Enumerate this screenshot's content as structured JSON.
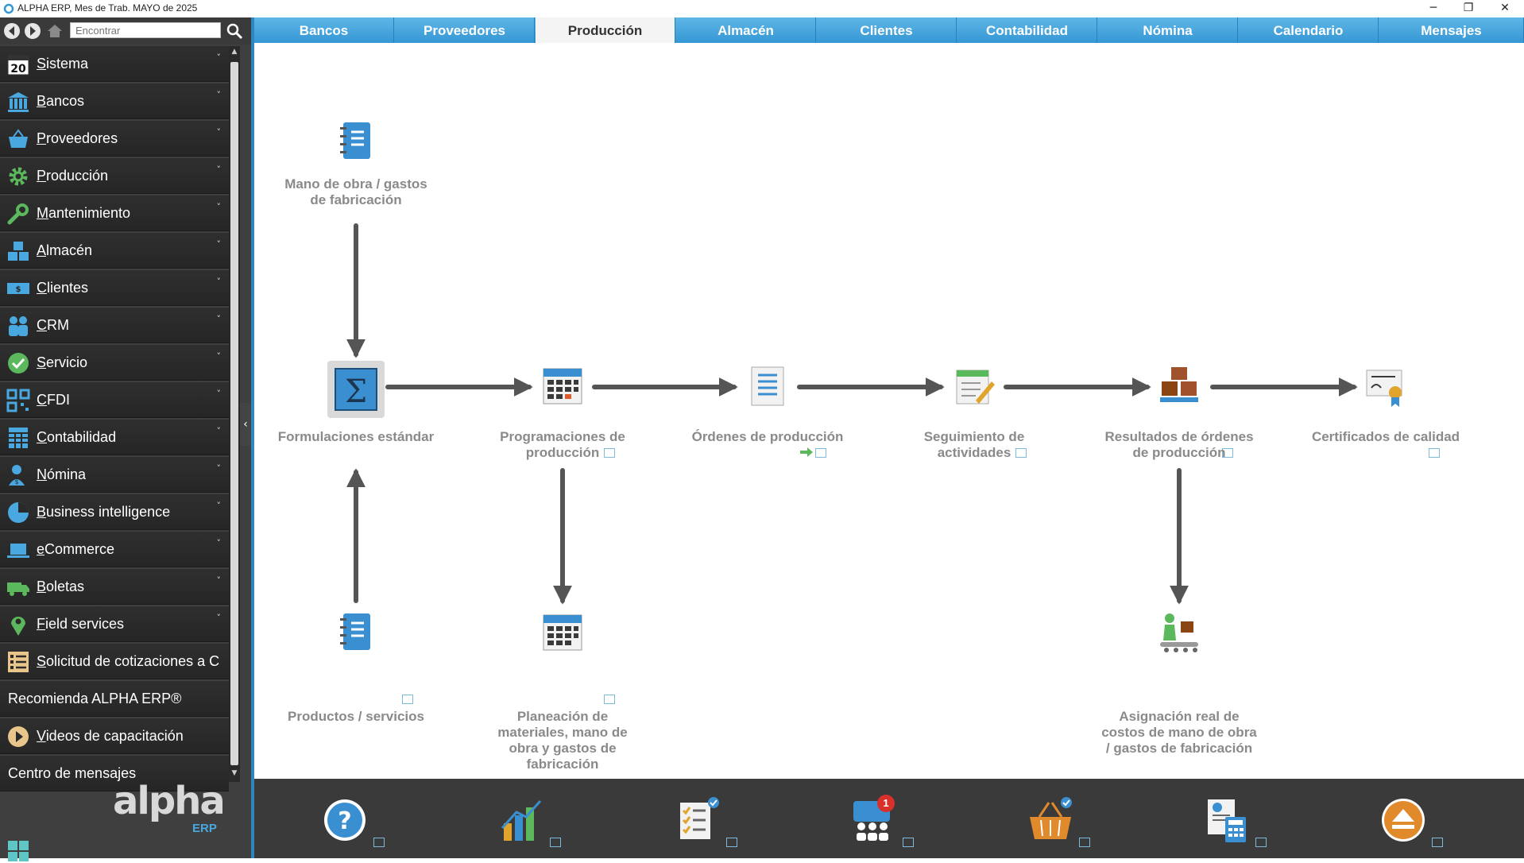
{
  "window": {
    "title": "ALPHA ERP, Mes de Trab. MAYO de 2025",
    "minimize": "─",
    "restore": "❐",
    "close": "✕"
  },
  "search": {
    "placeholder": "Encontrar"
  },
  "sidebar": {
    "items": [
      {
        "label": "Sistema",
        "icon": "calendar-20-icon"
      },
      {
        "label": "Bancos",
        "icon": "bank-icon"
      },
      {
        "label": "Proveedores",
        "icon": "basket-icon"
      },
      {
        "label": "Producción",
        "icon": "gear-icon"
      },
      {
        "label": "Mantenimiento",
        "icon": "wrench-icon"
      },
      {
        "label": "Almacén",
        "icon": "boxes-icon"
      },
      {
        "label": "Clientes",
        "icon": "money-icon"
      },
      {
        "label": "CRM",
        "icon": "people-icon"
      },
      {
        "label": "Servicio",
        "icon": "check-circle-icon"
      },
      {
        "label": "CFDI",
        "icon": "qr-icon"
      },
      {
        "label": "Contabilidad",
        "icon": "ledger-icon"
      },
      {
        "label": "Nómina",
        "icon": "person-money-icon"
      },
      {
        "label": "Business intelligence",
        "icon": "pie-chart-icon"
      },
      {
        "label": "eCommerce",
        "icon": "laptop-icon"
      },
      {
        "label": "Boletas",
        "icon": "truck-icon"
      },
      {
        "label": "Field services",
        "icon": "map-pin-icon"
      },
      {
        "label": "Solicitud de cotizaciones a C",
        "icon": "checklist-icon"
      },
      {
        "label": "Recomienda ALPHA ERP®"
      },
      {
        "label": "Videos de capacitación",
        "icon": "play-icon"
      },
      {
        "label": "Centro de mensajes"
      }
    ],
    "chevron": "˅",
    "collapse": "‹"
  },
  "brand": {
    "name": "alpha",
    "sub": "ERP"
  },
  "tabs": [
    "Bancos",
    "Proveedores",
    "Producción",
    "Almacén",
    "Clientes",
    "Contabilidad",
    "Nómina",
    "Calendario",
    "Mensajes"
  ],
  "active_tab": "Producción",
  "flow": {
    "nodes": {
      "mano_obra": "Mano de obra / gastos de fabricación",
      "formulaciones": "Formulaciones estándar",
      "programaciones": "Programaciones de producción",
      "ordenes": "Órdenes de producción",
      "seguimiento": "Seguimiento de actividades",
      "resultados": "Resultados de órdenes de producción",
      "certificados": "Certificados de calidad",
      "productos": "Productos / servicios",
      "planeacion": "Planeación de materiales, mano de obra y gastos de fabricación",
      "asignacion": "Asignación real de costos de mano de obra / gastos de fabricación"
    }
  },
  "bottom_toolbar": {
    "items": [
      "help-icon",
      "bar-chart-icon",
      "tasks-icon",
      "messages-icon",
      "shop-basket-icon",
      "reports-icon",
      "logout-icon"
    ],
    "messages_badge": "1"
  },
  "colors": {
    "accent": "#3597d4",
    "sidebar_bg": "#2f2f2f",
    "node_label": "#8a8a8a",
    "arrow": "#555555"
  }
}
